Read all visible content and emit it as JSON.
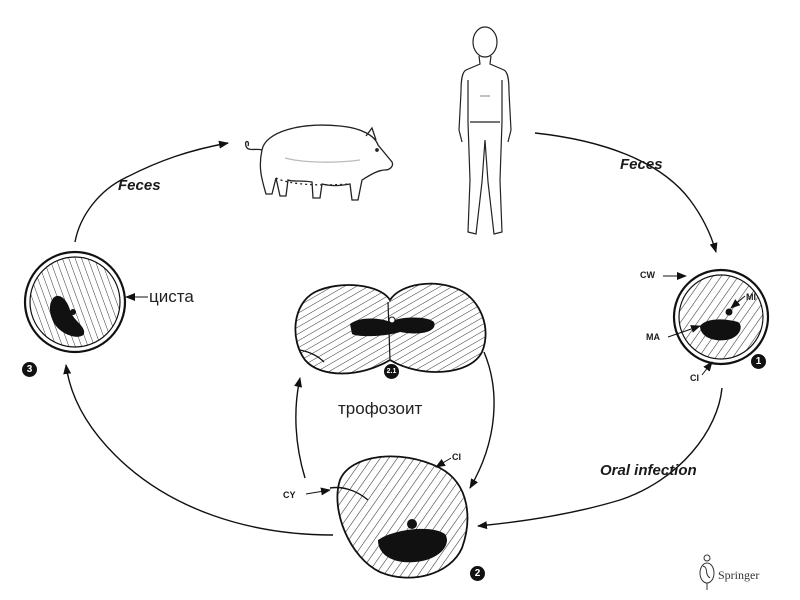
{
  "labels": {
    "feces_left": "Feces",
    "feces_right": "Feces",
    "oral_infection": "Oral infection",
    "cyst": "циста",
    "trophozoite": "трофозоит",
    "cw": "CW",
    "mi": "MI",
    "ma": "MA",
    "ci_right": "CI",
    "ci_center": "CI",
    "cy": "CY"
  },
  "stages": {
    "one": "1",
    "two": "2",
    "two_one": "2.1",
    "three": "3"
  },
  "publisher": "Springer"
}
